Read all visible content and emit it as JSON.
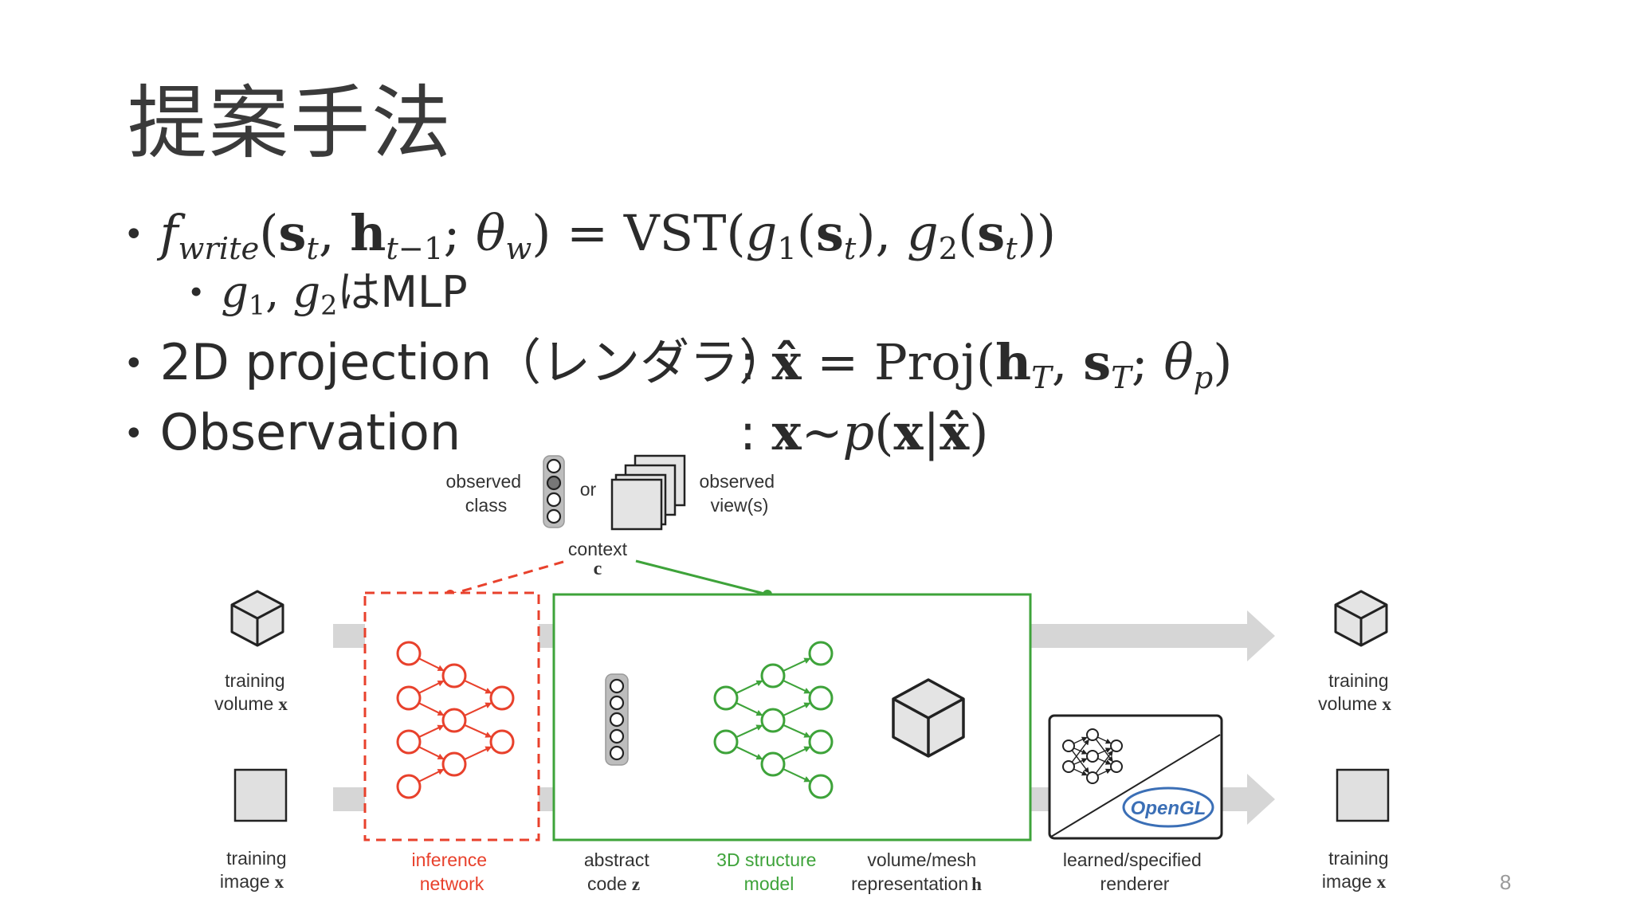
{
  "title": "提案手法",
  "bullets": {
    "b1_formula": "f_write(s_t, h_{t−1}; θ_w) = VST(g1(s_t), g2(s_t))",
    "b1_sub_text": "はMLP",
    "b2_text": "2D projection（レンダラ）",
    "b3_text": "Observation",
    "colon": ":"
  },
  "figure": {
    "labels": {
      "observed_class": "observed\nclass",
      "or": "or",
      "observed_views": "observed\nview(s)",
      "context": "context",
      "context_symbol": "c",
      "training_volume_left": "training\nvolume",
      "training_image_left": "training\nimage",
      "inference_network": "inference\nnetwork",
      "abstract_code": "abstract\ncode",
      "structure_model": "3D structure\nmodel",
      "volume_mesh": "volume/mesh\nrepresentation",
      "renderer": "learned/specified\nrenderer",
      "training_volume_right": "training\nvolume",
      "training_image_right": "training\nimage",
      "x_symbol": "x",
      "z_symbol": "z",
      "h_symbol": "h",
      "opengl": "OpenGL"
    },
    "colors": {
      "inference": "#e8412c",
      "structure": "#3ea33a",
      "arrow_gray": "#d6d6d6",
      "box_gray": "#e0e0e0"
    }
  },
  "page_number": "8"
}
